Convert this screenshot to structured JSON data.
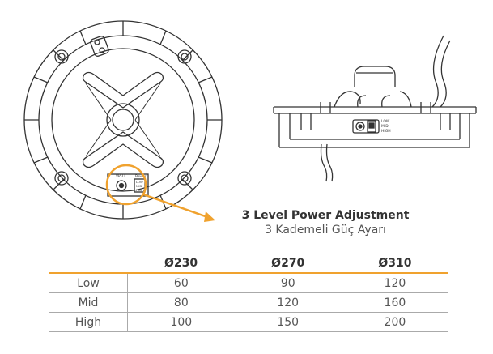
{
  "colors": {
    "accent": "#f0a22e",
    "line": "#333333",
    "rule": "#aaaaaa"
  },
  "left_view": {
    "knob_label": "WATT",
    "switch_title": "Power",
    "switch_levels": [
      "LOW",
      "MID",
      "HIGH"
    ]
  },
  "right_view": {
    "switch_levels": [
      "LOW",
      "MID",
      "HIGH"
    ]
  },
  "caption": {
    "title": "3 Level Power Adjustment",
    "subtitle": "3 Kademeli Güç Ayarı"
  },
  "table": {
    "headers": [
      "",
      "Ø230",
      "Ø270",
      "Ø310"
    ],
    "rows": [
      {
        "label": "Low",
        "values": [
          "60",
          "90",
          "120"
        ]
      },
      {
        "label": "Mid",
        "values": [
          "80",
          "120",
          "160"
        ]
      },
      {
        "label": "High",
        "values": [
          "100",
          "150",
          "200"
        ]
      }
    ]
  }
}
